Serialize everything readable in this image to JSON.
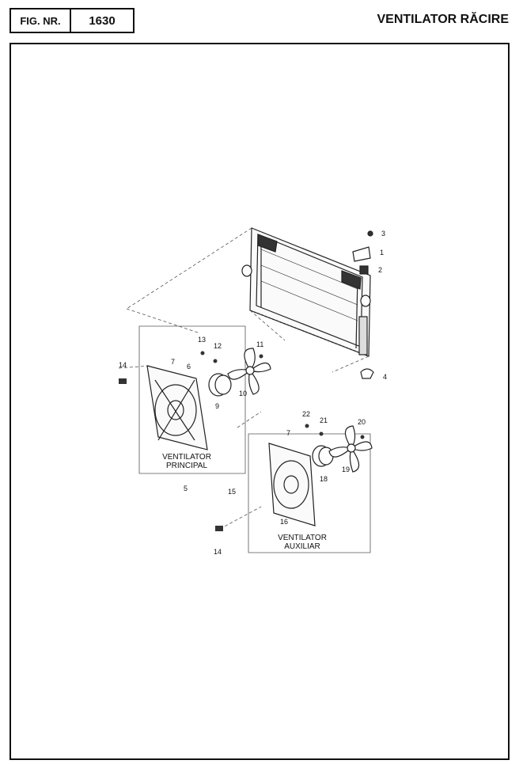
{
  "header": {
    "fig_label": "FIG. NR.",
    "fig_number": "1630",
    "title": "VENTILATOR RĂCIRE"
  },
  "diagram": {
    "callouts": [
      "3",
      "1",
      "2",
      "4",
      "13",
      "12",
      "11",
      "14",
      "7",
      "6",
      "9",
      "10",
      "22",
      "21",
      "20",
      "7",
      "18",
      "19",
      "15",
      "16",
      "14",
      "5"
    ],
    "box_principal": [
      "VENTILATOR",
      "PRINCIPAL"
    ],
    "box_auxiliar": [
      "VENTILATOR",
      "AUXILIAR"
    ]
  }
}
